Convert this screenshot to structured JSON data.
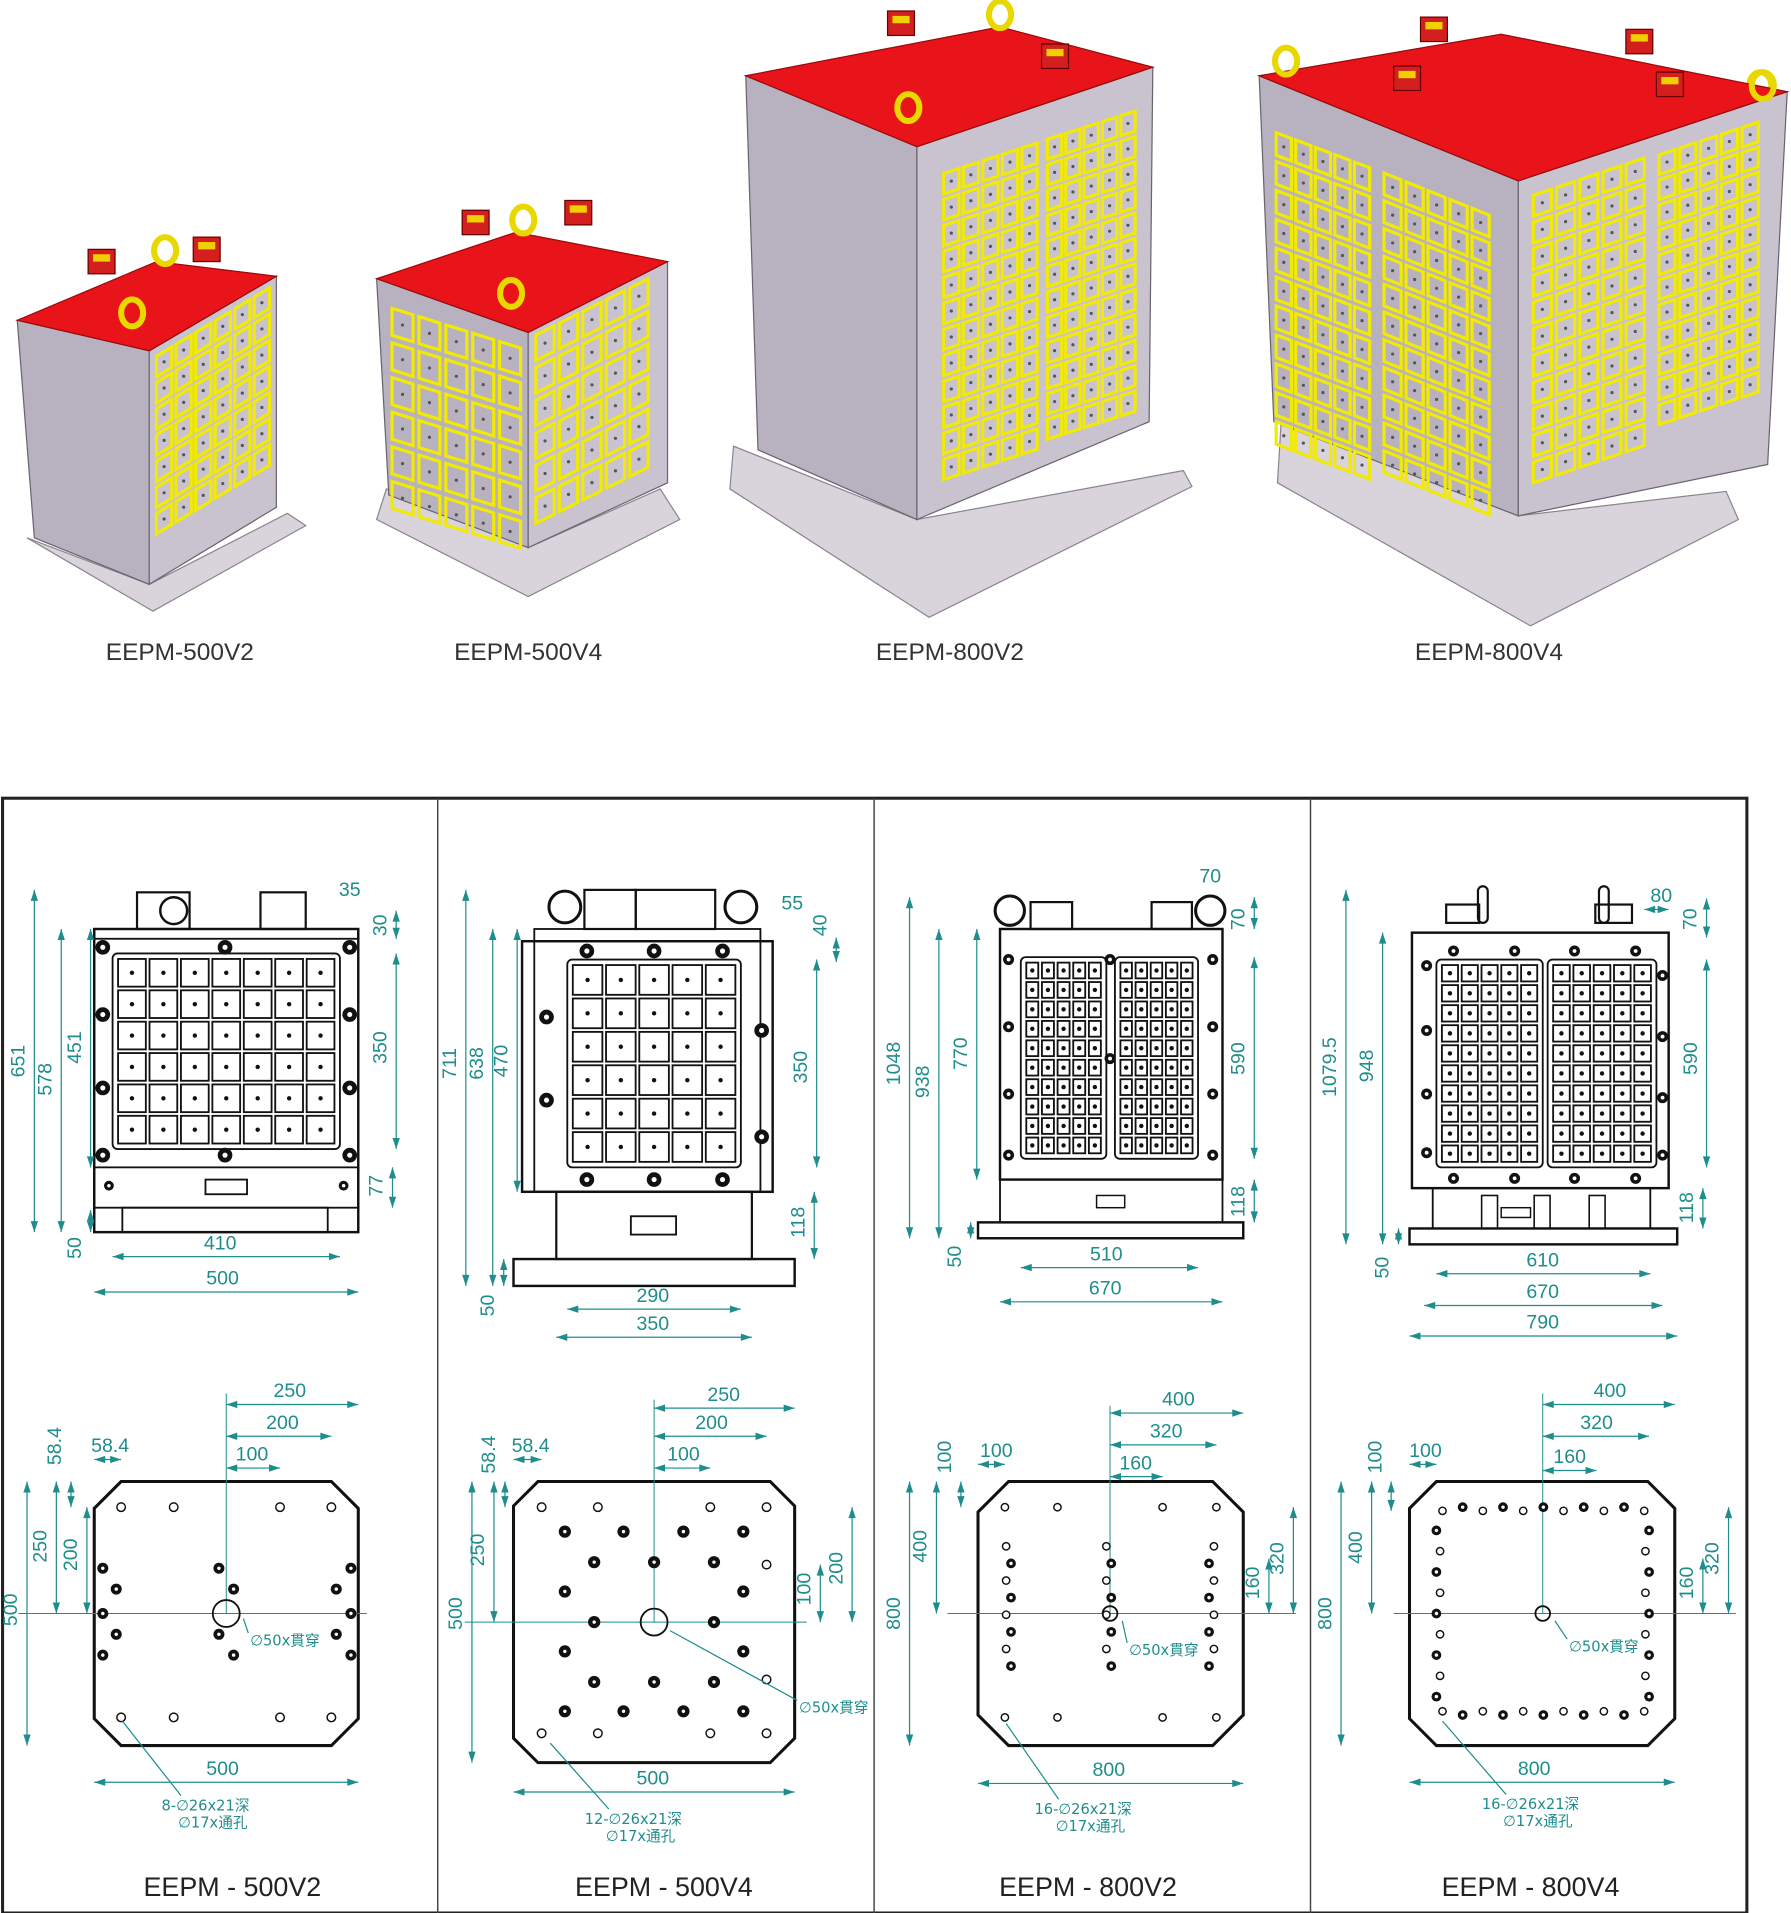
{
  "products": [
    {
      "name": "EEPM-500V2"
    },
    {
      "name": "EEPM-500V4"
    },
    {
      "name": "EEPM-800V2"
    },
    {
      "name": "EEPM-800V4"
    }
  ],
  "colors": {
    "dimension": "#1f8d8d",
    "top": "#e8141a",
    "body": "#b9b4c2",
    "poles": "#f2ea00",
    "line": "#111111"
  },
  "panels": [
    {
      "model": "EEPM - 500V2",
      "front_dims": [
        "35",
        "30",
        "350",
        "77",
        "651",
        "578",
        "451",
        "50",
        "410",
        "500"
      ],
      "bottom_dims": [
        "250",
        "200",
        "100",
        "58.4",
        "58.4",
        "250",
        "200",
        "500",
        "500"
      ],
      "bore_callout": "∅50x貫穿",
      "hole_note_1": "8-∅26x21深",
      "hole_note_2": "∅17x通孔"
    },
    {
      "model": "EEPM - 500V4",
      "front_dims": [
        "55",
        "40",
        "350",
        "118",
        "711",
        "638",
        "470",
        "50",
        "290",
        "350"
      ],
      "bottom_dims": [
        "250",
        "200",
        "100",
        "58.4",
        "58.4",
        "250",
        "500",
        "200",
        "100",
        "500"
      ],
      "bore_callout": "∅50x貫穿",
      "hole_note_1": "12-∅26x21深",
      "hole_note_2": "∅17x通孔"
    },
    {
      "model": "EEPM - 800V2",
      "front_dims": [
        "70",
        "70",
        "590",
        "118",
        "1048",
        "938",
        "770",
        "50",
        "510",
        "670"
      ],
      "bottom_dims": [
        "400",
        "320",
        "160",
        "100",
        "100",
        "400",
        "800",
        "320",
        "160",
        "800"
      ],
      "bore_callout": "∅50x貫穿",
      "hole_note_1": "16-∅26x21深",
      "hole_note_2": "∅17x通孔"
    },
    {
      "model": "EEPM - 800V4",
      "front_dims": [
        "80",
        "70",
        "590",
        "118",
        "1079.5",
        "948",
        "50",
        "610",
        "670",
        "790"
      ],
      "bottom_dims": [
        "400",
        "320",
        "160",
        "100",
        "100",
        "400",
        "800",
        "320",
        "160",
        "800"
      ],
      "bore_callout": "∅50x貫穿",
      "hole_note_1": "16-∅26x21深",
      "hole_note_2": "∅17x通孔"
    }
  ]
}
